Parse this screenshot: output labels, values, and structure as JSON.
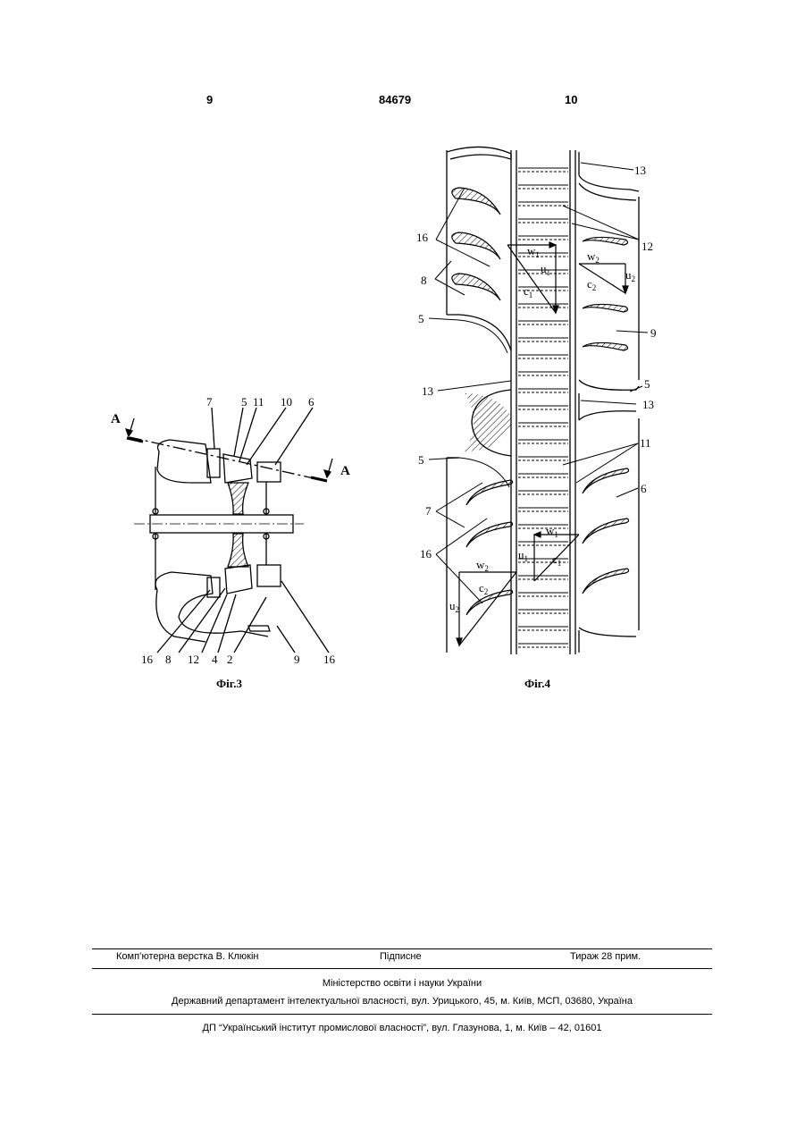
{
  "header": {
    "page_left": "9",
    "doc_number": "84679",
    "page_right": "10"
  },
  "fig3": {
    "caption": "Фіг.3",
    "section_letter": "A",
    "labels": [
      "7",
      "5",
      "11",
      "10",
      "6",
      "16",
      "8",
      "12",
      "4",
      "2",
      "9",
      "16"
    ]
  },
  "fig4": {
    "caption": "Фіг.4",
    "labels": [
      "13",
      "16",
      "12",
      "8",
      "5",
      "9",
      "13",
      "5",
      "13",
      "5",
      "11",
      "7",
      "6",
      "16"
    ],
    "vectors": {
      "w1": "w",
      "u1": "u",
      "c1": "c",
      "w2": "w",
      "u2": "u",
      "c2": "c",
      "sub1": "1",
      "sub2": "2"
    }
  },
  "footer": {
    "left": "Комп’ютерна верстка В. Клюкін",
    "middle": "Підписне",
    "right": "Тираж 28 прим.",
    "ministry": "Міністерство освіти і науки України",
    "department": "Державний департамент інтелектуальної власності, вул. Урицького, 45, м. Київ, МСП, 03680, Україна",
    "institute": "ДП “Український інститут промислової власності”, вул. Глазунова, 1, м. Київ – 42, 01601"
  }
}
